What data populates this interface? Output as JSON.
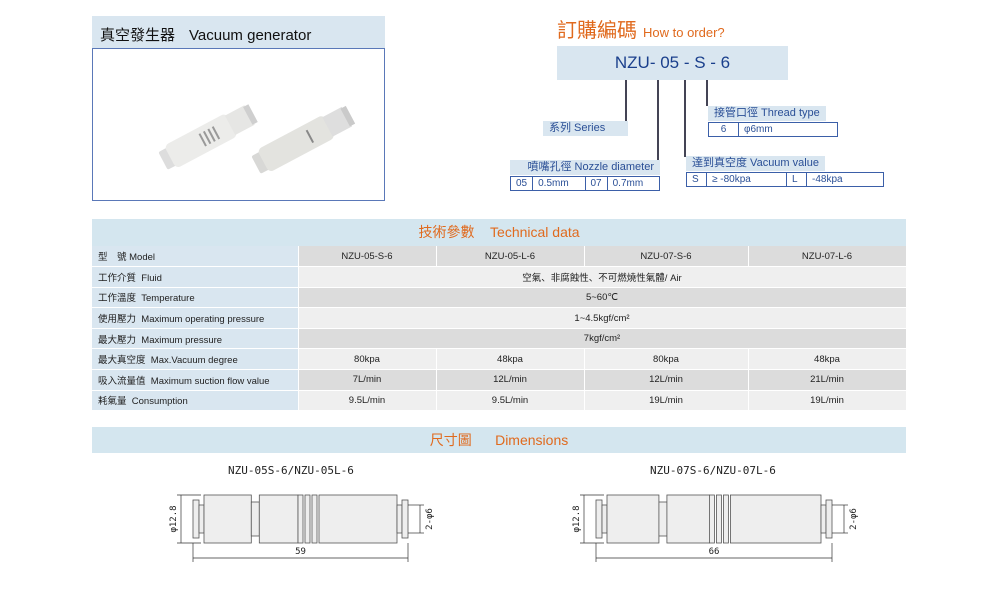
{
  "product": {
    "title_zh": "真空發生器",
    "title_en": "Vacuum generator"
  },
  "order": {
    "title_zh": "訂購編碼",
    "title_en": "How to order?",
    "code": "NZU- 05 - S - 6",
    "series": {
      "label": "系列 Series"
    },
    "nozzle": {
      "label": "噴嘴孔徑  Nozzle diameter",
      "options": [
        [
          "05",
          "0.5mm"
        ],
        [
          "07",
          "0.7mm"
        ]
      ]
    },
    "thread": {
      "label": "接管口徑 Thread type",
      "options": [
        [
          "6",
          "φ6mm"
        ]
      ]
    },
    "vacuum": {
      "label": "達到真空度 Vacuum value",
      "options": [
        [
          "S",
          "≥ -80kpa"
        ],
        [
          "L",
          "-48kpa"
        ]
      ]
    }
  },
  "tech": {
    "title": "技術參數    Technical data",
    "rows": [
      {
        "h": "型　號 Model",
        "v": [
          "NZU-05-S-6",
          "NZU-05-L-6",
          "NZU-07-S-6",
          "NZU-07-L-6"
        ]
      },
      {
        "h": "工作介質  Fluid",
        "v": [
          "空氣、非腐蝕性、不可燃燒性氣體/ Air"
        ]
      },
      {
        "h": "工作溫度  Temperature",
        "v": [
          "5~60℃"
        ]
      },
      {
        "h": "使用壓力  Maximum operating pressure",
        "v": [
          "1~4.5kgf/cm²"
        ]
      },
      {
        "h": "最大壓力  Maximum pressure",
        "v": [
          "7kgf/cm²"
        ]
      },
      {
        "h": "最大真空度  Max.Vacuum degree",
        "v": [
          "80kpa",
          "48kpa",
          "80kpa",
          "48kpa"
        ]
      },
      {
        "h": "吸入流量值  Maximum suction flow value",
        "v": [
          "7L/min",
          "12L/min",
          "12L/min",
          "21L/min"
        ]
      },
      {
        "h": "耗氣量  Consumption",
        "v": [
          "9.5L/min",
          "9.5L/min",
          "19L/min",
          "19L/min"
        ]
      }
    ]
  },
  "dims": {
    "title": "尺寸圖      Dimensions",
    "drawings": [
      {
        "label": "NZU-05S-6/NZU-05L-6",
        "dia": "φ12.8",
        "port": "2-φ6",
        "length": "59"
      },
      {
        "label": "NZU-07S-6/NZU-07L-6",
        "dia": "φ12.8",
        "port": "2-φ6",
        "length": "66"
      }
    ]
  }
}
